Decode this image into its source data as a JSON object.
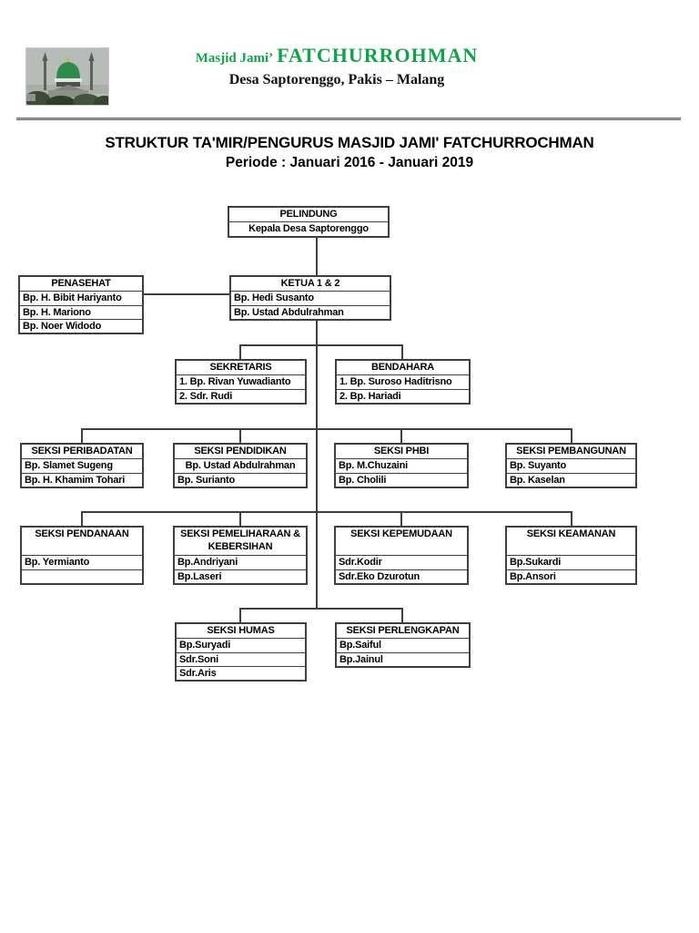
{
  "letterhead": {
    "name_prefix": "Masjid Jami’",
    "name_main": "FATCHURROHMAN",
    "address": "Desa Saptorenggo, Pakis – Malang",
    "brand_green": "#12a24b",
    "photo_alt": "mosque-photo"
  },
  "heading": {
    "line1": "STRUKTUR TA'MIR/PENGURUS MASJID JAMI' FATCHURROCHMAN",
    "line2": "Periode : Januari 2016 - Januari 2019"
  },
  "org": {
    "border_color": "#3f3f3f",
    "nodes": {
      "pelindung": {
        "title": "PELINDUNG",
        "members": [
          "Kepala Desa Saptorenggo"
        ]
      },
      "penasehat": {
        "title": "PENASEHAT",
        "members": [
          "Bp. H. Bibit Hariyanto",
          "Bp. H. Mariono",
          "Bp. Noer Widodo"
        ]
      },
      "ketua": {
        "title": "KETUA 1 & 2",
        "members": [
          "Bp. Hedi Susanto",
          "Bp. Ustad Abdulrahman"
        ]
      },
      "sekretaris": {
        "title": "SEKRETARIS",
        "members": [
          "1. Bp. Rivan Yuwadianto",
          "2. Sdr. Rudi"
        ]
      },
      "bendahara": {
        "title": "BENDAHARA",
        "members": [
          "1. Bp. Suroso Haditrisno",
          "2. Bp. Hariadi"
        ]
      },
      "peribadatan": {
        "title": "SEKSI PERIBADATAN",
        "members": [
          "Bp. Slamet Sugeng",
          "Bp. H. Khamim Tohari"
        ]
      },
      "pendidikan": {
        "title": "SEKSI PENDIDIKAN",
        "members": [
          "Bp. Ustad Abdulrahman",
          "Bp. Surianto"
        ]
      },
      "phbi": {
        "title": "SEKSI PHBI",
        "members": [
          "Bp. M.Chuzaini",
          "Bp. Cholili"
        ]
      },
      "pembangunan": {
        "title": "SEKSI PEMBANGUNAN",
        "members": [
          "Bp. Suyanto",
          "Bp. Kaselan"
        ]
      },
      "pendanaan": {
        "title": "SEKSI PENDANAAN",
        "members": [
          "Bp. Yermianto",
          ""
        ]
      },
      "pemeliharaan": {
        "title": "SEKSI PEMELIHARAAN & KEBERSIHAN",
        "members": [
          "Bp.Andriyani",
          "Bp.Laseri"
        ]
      },
      "kepemudaan": {
        "title": "SEKSI KEPEMUDAAN",
        "members": [
          "Sdr.Kodir",
          "Sdr.Eko Dzurotun"
        ]
      },
      "keamanan": {
        "title": "SEKSI KEAMANAN",
        "members": [
          "Bp.Sukardi",
          "Bp.Ansori"
        ]
      },
      "humas": {
        "title": "SEKSI HUMAS",
        "members": [
          "Bp.Suryadi",
          "Sdr.Soni",
          "Sdr.Aris"
        ]
      },
      "perlengkapan": {
        "title": "SEKSI PERLENGKAPAN",
        "members": [
          "Bp.Saiful",
          "Bp.Jainul"
        ]
      }
    }
  }
}
